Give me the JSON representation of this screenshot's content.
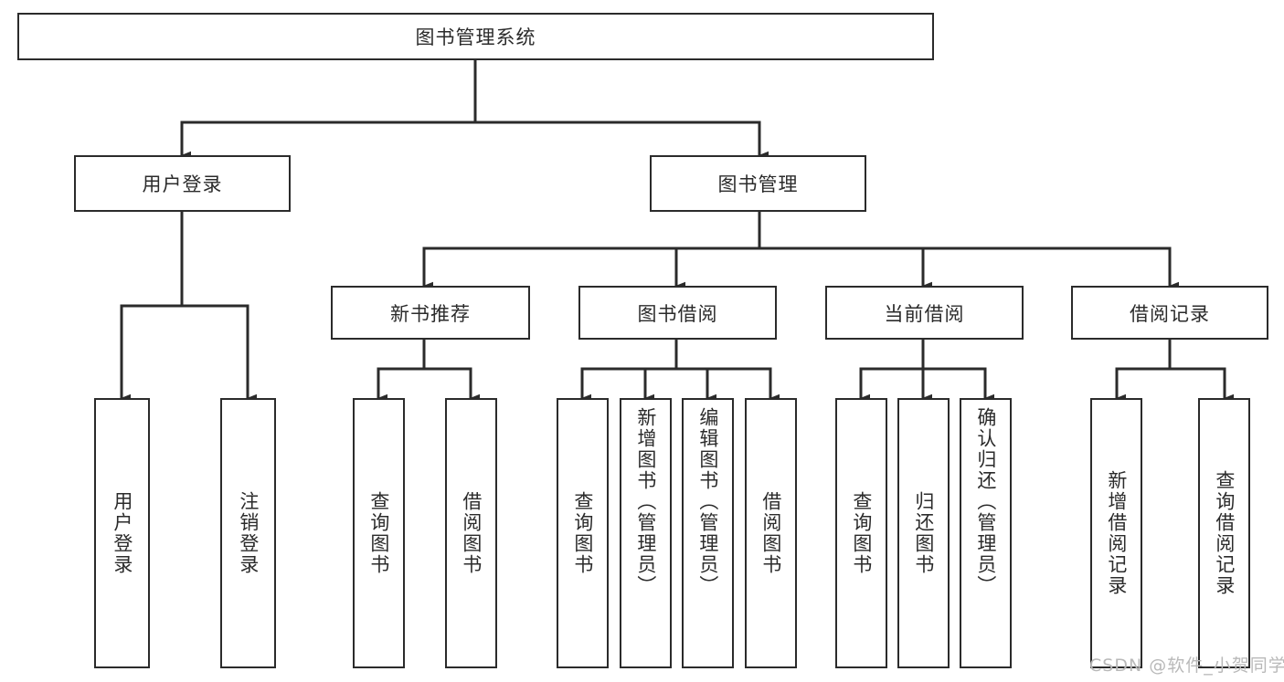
{
  "diagram": {
    "title": "图书管理系统",
    "type": "hierarchy-tree",
    "watermark": "CSDN @软件_小贺同学",
    "colors": {
      "stroke": "#2b2b2b",
      "fill": "#ffffff",
      "watermark": "#b9b9b9"
    },
    "levels": {
      "root": {
        "label": "图书管理系统"
      },
      "level2": [
        {
          "id": "user-login",
          "label": "用户登录"
        },
        {
          "id": "book-manage",
          "label": "图书管理"
        }
      ],
      "level3": [
        {
          "id": "new-book-recommend",
          "label": "新书推荐",
          "parent": "book-manage"
        },
        {
          "id": "book-borrow",
          "label": "图书借阅",
          "parent": "book-manage"
        },
        {
          "id": "current-borrow",
          "label": "当前借阅",
          "parent": "book-manage"
        },
        {
          "id": "borrow-record",
          "label": "借阅记录",
          "parent": "book-manage"
        }
      ],
      "leaves": [
        {
          "id": "leaf-user-login",
          "label": "用户登录",
          "parent": "user-login"
        },
        {
          "id": "leaf-user-logout",
          "label": "注销登录",
          "parent": "user-login"
        },
        {
          "id": "leaf-query-book-1",
          "label": "查询图书",
          "parent": "new-book-recommend"
        },
        {
          "id": "leaf-borrow-book-1",
          "label": "借阅图书",
          "parent": "new-book-recommend"
        },
        {
          "id": "leaf-query-book-2",
          "label": "查询图书",
          "parent": "book-borrow"
        },
        {
          "id": "leaf-add-book",
          "label": "新增图书（管理员）",
          "parent": "book-borrow"
        },
        {
          "id": "leaf-edit-book",
          "label": "编辑图书（管理员）",
          "parent": "book-borrow"
        },
        {
          "id": "leaf-borrow-book-2",
          "label": "借阅图书",
          "parent": "book-borrow"
        },
        {
          "id": "leaf-query-book-3",
          "label": "查询图书",
          "parent": "current-borrow"
        },
        {
          "id": "leaf-return-book",
          "label": "归还图书",
          "parent": "current-borrow"
        },
        {
          "id": "leaf-confirm-return",
          "label": "确认归还（管理员）",
          "parent": "current-borrow"
        },
        {
          "id": "leaf-add-record",
          "label": "新增借阅记录",
          "parent": "borrow-record"
        },
        {
          "id": "leaf-query-record",
          "label": "查询借阅记录",
          "parent": "borrow-record"
        }
      ]
    }
  }
}
